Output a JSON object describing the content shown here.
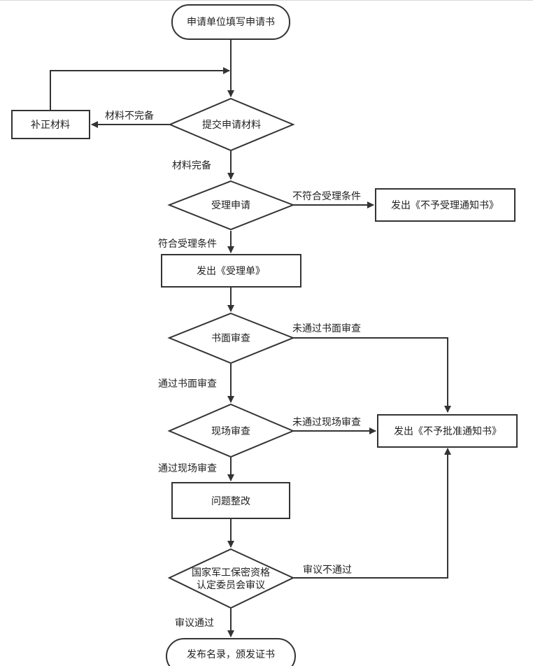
{
  "nodes": {
    "start": "申请单位填写申请书",
    "submit": "提交申请材料",
    "correct": "补正材料",
    "accept": "受理申请",
    "reject_notice": "发出《不予受理通知书》",
    "receipt": "发出《受理单》",
    "written_review": "书面审查",
    "onsite_review": "现场审查",
    "deny_notice": "发出《不予批准通知书》",
    "rectify": "问题整改",
    "committee_line1": "国家军工保密资格",
    "committee_line2": "认定委员会审议",
    "end": "发布名录，颁发证书"
  },
  "edges": {
    "incomplete": "材料不完备",
    "complete": "材料完备",
    "not_qualified": "不符合受理条件",
    "qualified": "符合受理条件",
    "written_fail": "未通过书面审查",
    "written_pass": "通过书面审查",
    "onsite_fail": "未通过现场审查",
    "onsite_pass": "通过现场审查",
    "review_fail": "审议不通过",
    "review_pass": "审议通过"
  }
}
